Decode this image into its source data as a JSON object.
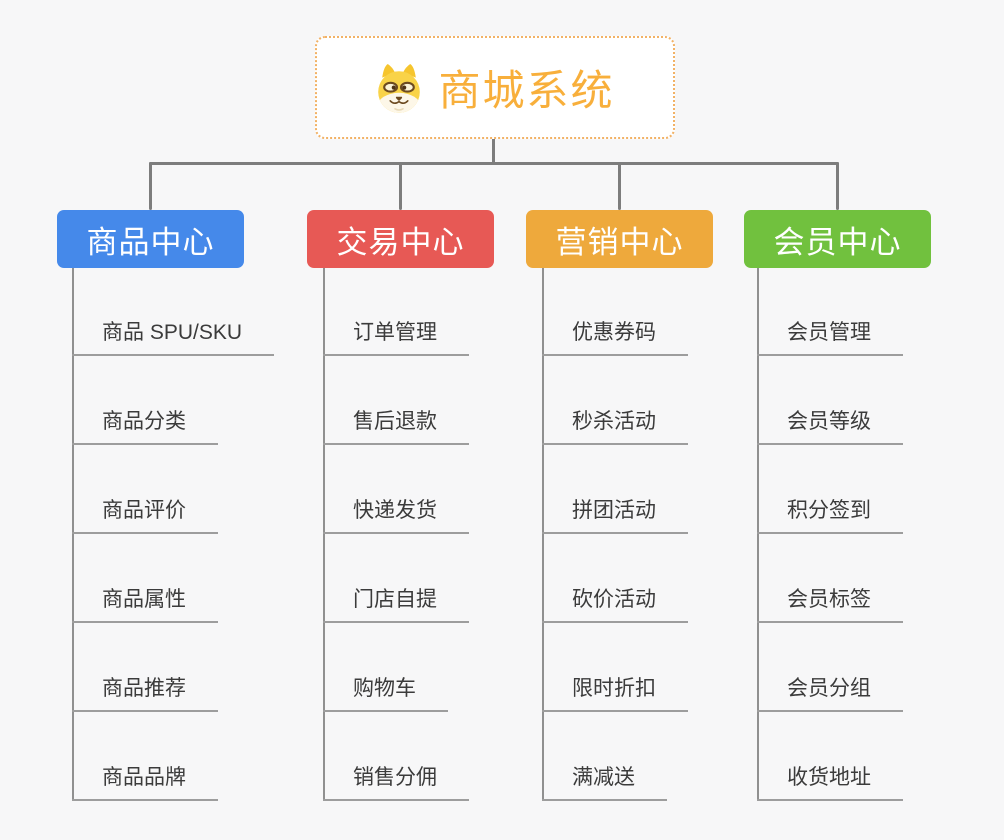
{
  "root": {
    "title": "商城系统",
    "icon": "dog-face-icon"
  },
  "branches": [
    {
      "id": "product-center",
      "label": "商品中心",
      "color": "#4589ea",
      "items": [
        "商品 SPU/SKU",
        "商品分类",
        "商品评价",
        "商品属性",
        "商品推荐",
        "商品品牌"
      ]
    },
    {
      "id": "trade-center",
      "label": "交易中心",
      "color": "#e75955",
      "items": [
        "订单管理",
        "售后退款",
        "快递发货",
        "门店自提",
        "购物车",
        "销售分佣"
      ]
    },
    {
      "id": "marketing-center",
      "label": "营销中心",
      "color": "#eea93c",
      "items": [
        "优惠券码",
        "秒杀活动",
        "拼团活动",
        "砍价活动",
        "限时折扣",
        "满减送"
      ]
    },
    {
      "id": "member-center",
      "label": "会员中心",
      "color": "#71c13e",
      "items": [
        "会员管理",
        "会员等级",
        "积分签到",
        "会员标签",
        "会员分组",
        "收货地址"
      ]
    }
  ],
  "colors": {
    "background": "#f7f7f8",
    "root_border": "#f2b266",
    "root_title": "#f8af3b",
    "connector": "#7d7d7d",
    "leaf_line": "#9d9d9d",
    "leaf_text": "#3b3b3b"
  }
}
